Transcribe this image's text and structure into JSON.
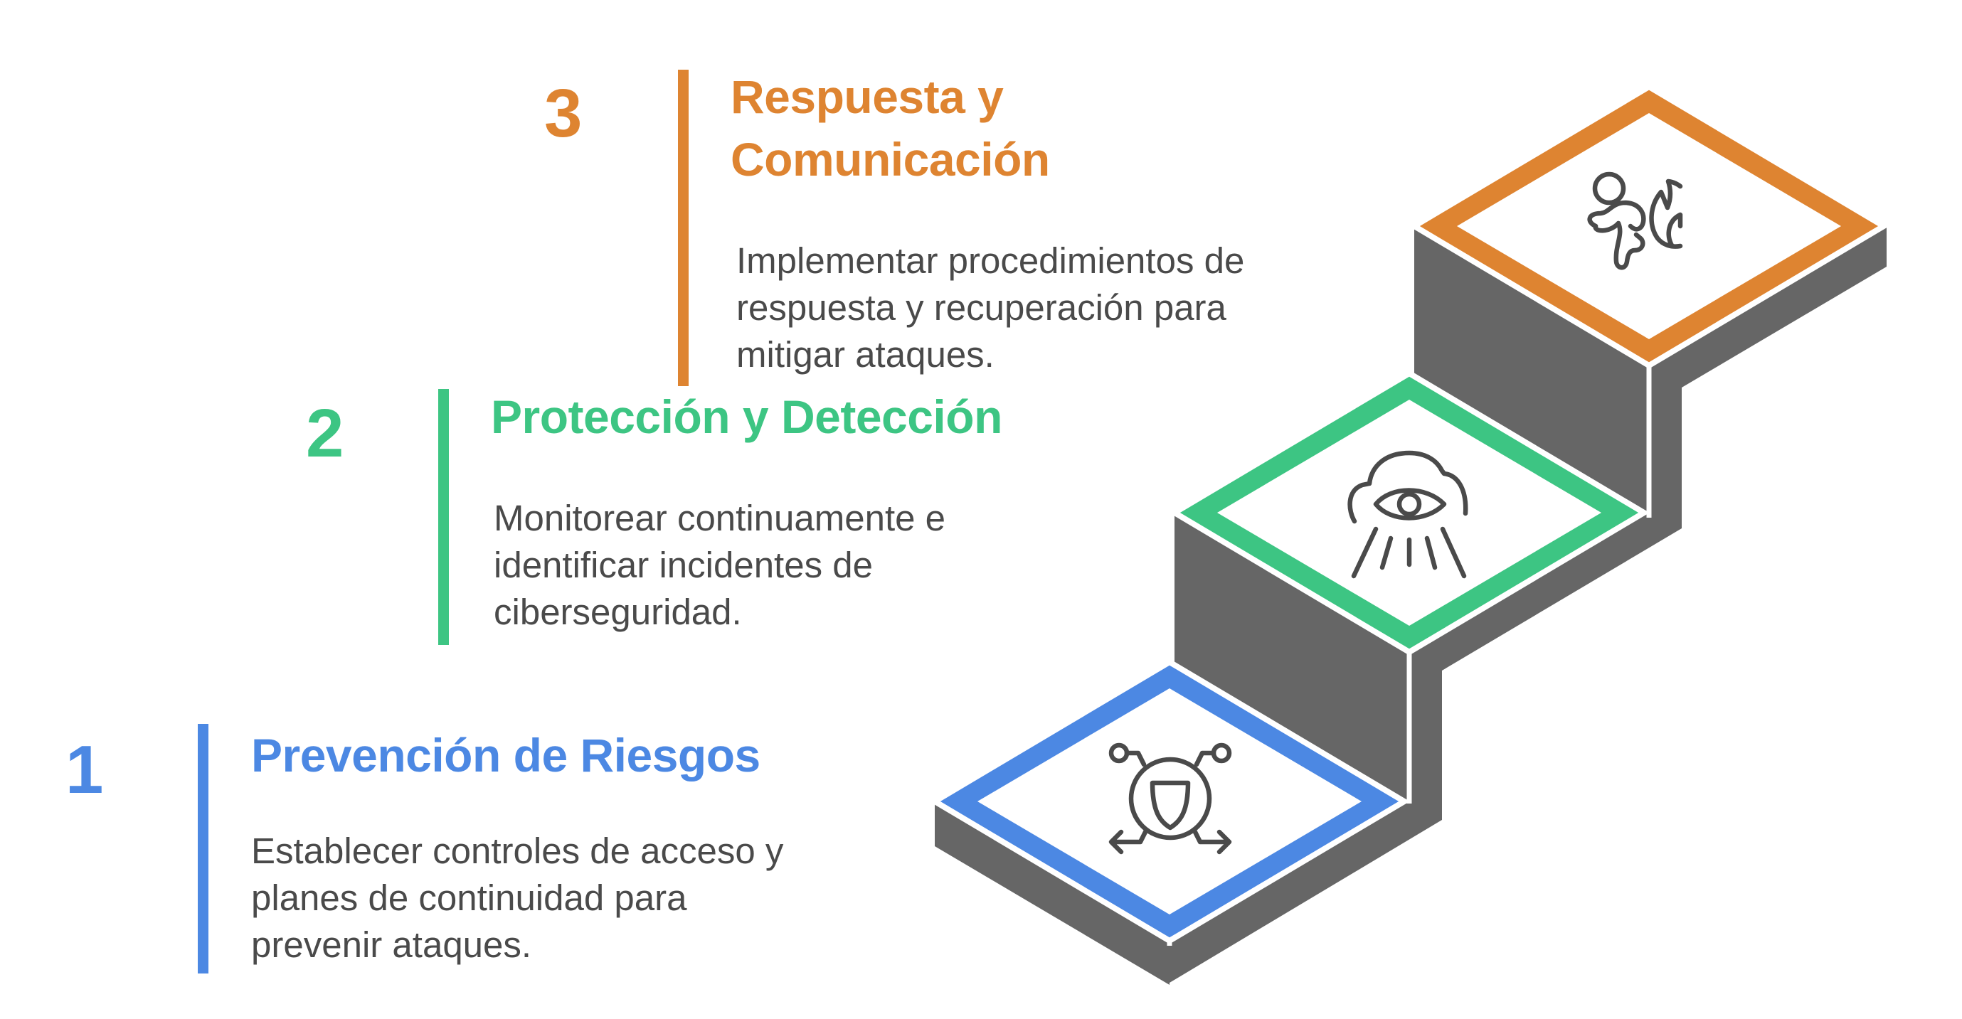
{
  "colors": {
    "orange": "#DE8431",
    "green": "#3DC583",
    "blue": "#4C88E3",
    "text_gray": "#4A4A4A",
    "stair_gray": "#666666",
    "icon_stroke": "#4A4A4A"
  },
  "steps": [
    {
      "number": "1",
      "title_lines": [
        "Prevención de Riesgos"
      ],
      "description_lines": [
        "Establecer controles de acceso y",
        "planes de continuidad para",
        "prevenir ataques."
      ],
      "color": "#4C88E3",
      "icon": "shield-network-icon"
    },
    {
      "number": "2",
      "title_lines": [
        "Protección y Detección"
      ],
      "description_lines": [
        "Monitorear continuamente e",
        "identificar incidentes de",
        "ciberseguridad."
      ],
      "color": "#3DC583",
      "icon": "cloud-eye-surveillance-icon"
    },
    {
      "number": "3",
      "title_lines": [
        "Respuesta y",
        "Comunicación"
      ],
      "description_lines": [
        "Implementar procedimientos de",
        "respuesta y recuperación para",
        "mitigar ataques."
      ],
      "color": "#DE8431",
      "icon": "person-fleeing-fire-icon"
    }
  ]
}
